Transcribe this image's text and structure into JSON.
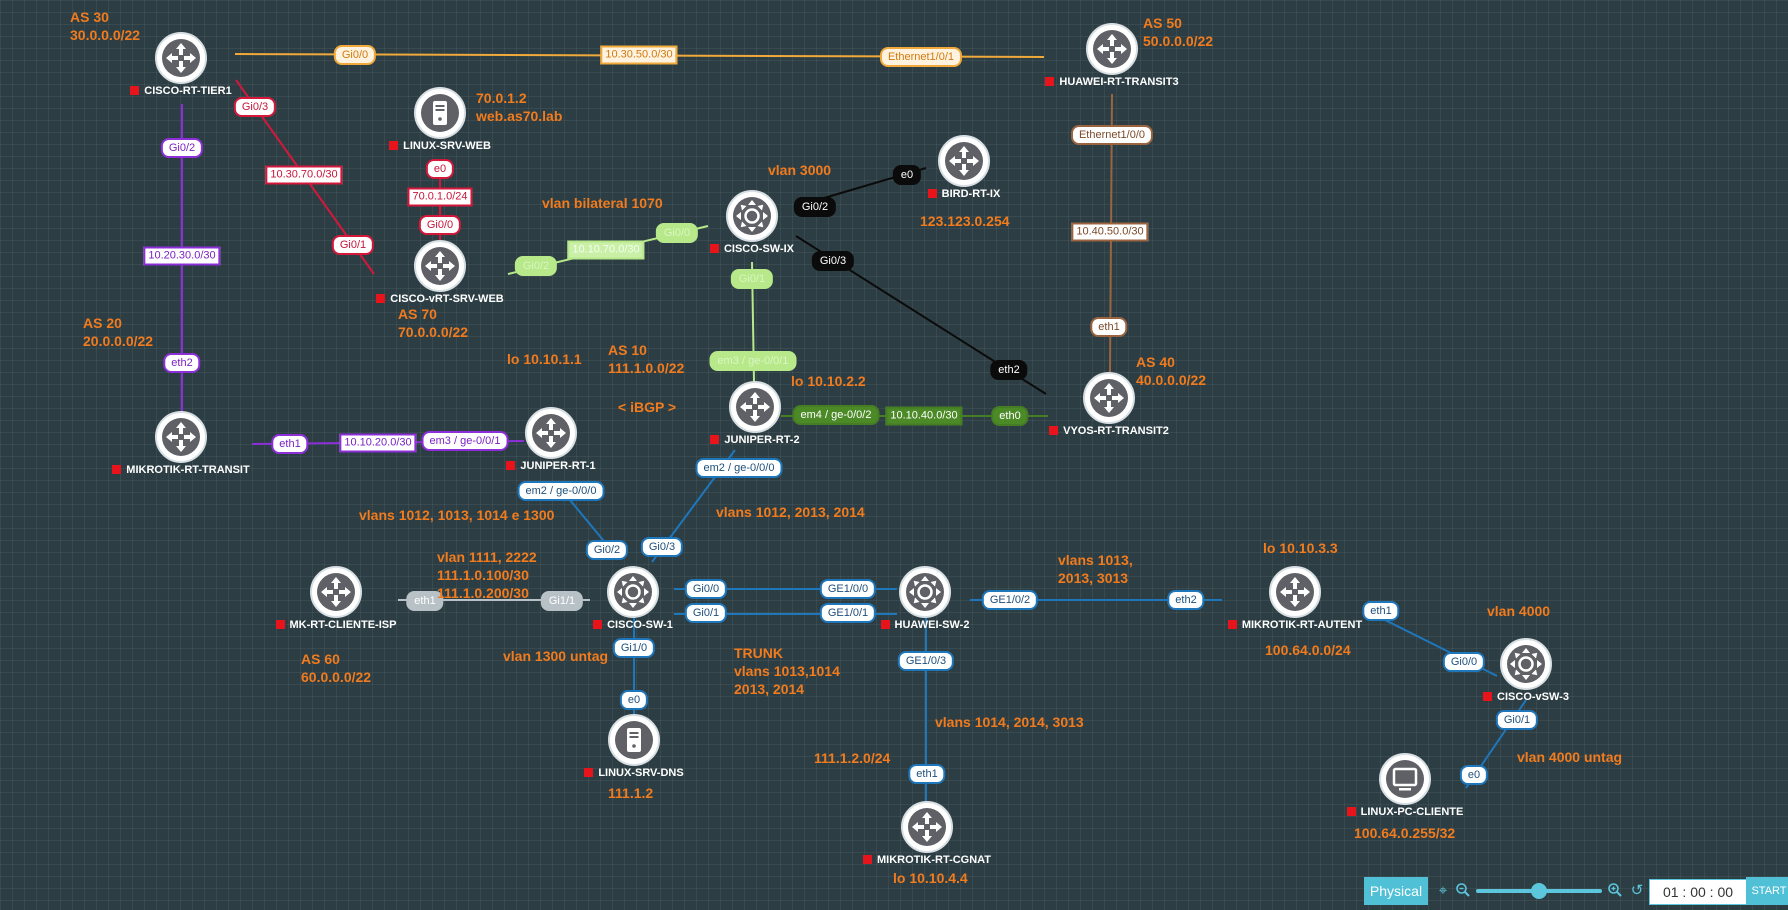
{
  "nodes": [
    {
      "id": "cisco-rt-tier1",
      "name": "CISCO-RT-TIER1",
      "icon": "router"
    },
    {
      "id": "huawei-rt-transit3",
      "name": "HUAWEI-RT-TRANSIT3",
      "icon": "router"
    },
    {
      "id": "linux-srv-web",
      "name": "LINUX-SRV-WEB",
      "icon": "server"
    },
    {
      "id": "bird-rt-ix",
      "name": "BIRD-RT-IX",
      "icon": "router"
    },
    {
      "id": "cisco-sw-ix",
      "name": "CISCO-SW-IX",
      "icon": "switch"
    },
    {
      "id": "cisco-vrt-srv-web",
      "name": "CISCO-vRT-SRV-WEB",
      "icon": "router"
    },
    {
      "id": "mikrotik-rt-transit",
      "name": "MIKROTIK-RT-TRANSIT",
      "icon": "router"
    },
    {
      "id": "juniper-rt-1",
      "name": "JUNIPER-RT-1",
      "icon": "router"
    },
    {
      "id": "juniper-rt-2",
      "name": "JUNIPER-RT-2",
      "icon": "router"
    },
    {
      "id": "vyos-rt-transit2",
      "name": "VYOS-RT-TRANSIT2",
      "icon": "router"
    },
    {
      "id": "mk-rt-cliente-isp",
      "name": "MK-RT-CLIENTE-ISP",
      "icon": "router"
    },
    {
      "id": "cisco-sw-1",
      "name": "CISCO-SW-1",
      "icon": "switch"
    },
    {
      "id": "huawei-sw-2",
      "name": "HUAWEI-SW-2",
      "icon": "switch"
    },
    {
      "id": "mikrotik-rt-autent",
      "name": "MIKROTIK-RT-AUTENT",
      "icon": "router"
    },
    {
      "id": "cisco-vsw-3",
      "name": "CISCO-vSW-3",
      "icon": "switch"
    },
    {
      "id": "linux-srv-dns",
      "name": "LINUX-SRV-DNS",
      "icon": "server"
    },
    {
      "id": "linux-pc-cliente",
      "name": "LINUX-PC-CLIENTE",
      "icon": "desktop"
    },
    {
      "id": "mikrotik-rt-cgnat",
      "name": "MIKROTIK-RT-CGNAT",
      "icon": "router"
    }
  ],
  "link_colors": {
    "orange": "#f0a93a",
    "red": "#d5173b",
    "purple": "#8d2fd8",
    "green": "#b7e88a",
    "black": "#0b0b0b",
    "brown": "#9a6440",
    "darkgreen": "#467d24",
    "blue": "#1e76bb",
    "grey": "#b8c2c6"
  },
  "interface_labels": [
    {
      "text": "Gi0/0",
      "color": "orange"
    },
    {
      "text": "Ethernet1/0/1",
      "color": "orange"
    },
    {
      "text": "Gi0/3",
      "color": "red"
    },
    {
      "text": "Gi0/1",
      "color": "red"
    },
    {
      "text": "Gi0/2",
      "color": "purple"
    },
    {
      "text": "eth2",
      "color": "purple"
    },
    {
      "text": "e0",
      "color": "red"
    },
    {
      "text": "Gi0/0",
      "color": "red"
    },
    {
      "text": "Gi0/2",
      "color": "green"
    },
    {
      "text": "Gi0/0",
      "color": "green"
    },
    {
      "text": "Gi0/1",
      "color": "green"
    },
    {
      "text": "em3 / ge-0/0/1",
      "color": "green"
    },
    {
      "text": "e0",
      "color": "black"
    },
    {
      "text": "Gi0/2",
      "color": "black"
    },
    {
      "text": "Gi0/3",
      "color": "black"
    },
    {
      "text": "eth2",
      "color": "black"
    },
    {
      "text": "Ethernet1/0/0",
      "color": "brown"
    },
    {
      "text": "eth1",
      "color": "brown"
    },
    {
      "text": "eth1",
      "color": "purple"
    },
    {
      "text": "em3 / ge-0/0/1",
      "color": "purple"
    },
    {
      "text": "em4 / ge-0/0/2",
      "color": "darkgreen"
    },
    {
      "text": "eth0",
      "color": "darkgreen"
    },
    {
      "text": "em2 / ge-0/0/0",
      "color": "blue"
    },
    {
      "text": "Gi0/2",
      "color": "blue"
    },
    {
      "text": "em2 / ge-0/0/0",
      "color": "blue"
    },
    {
      "text": "Gi0/3",
      "color": "blue"
    },
    {
      "text": "eth1",
      "color": "grey"
    },
    {
      "text": "Gi1/1",
      "color": "grey"
    },
    {
      "text": "Gi0/0",
      "color": "blue"
    },
    {
      "text": "GE1/0/0",
      "color": "blue"
    },
    {
      "text": "Gi0/1",
      "color": "blue"
    },
    {
      "text": "GE1/0/1",
      "color": "blue"
    },
    {
      "text": "GE1/0/2",
      "color": "blue"
    },
    {
      "text": "eth2",
      "color": "blue"
    },
    {
      "text": "Gi1/0",
      "color": "blue"
    },
    {
      "text": "e0",
      "color": "blue"
    },
    {
      "text": "GE1/0/3",
      "color": "blue"
    },
    {
      "text": "eth1",
      "color": "blue"
    },
    {
      "text": "eth1",
      "color": "blue"
    },
    {
      "text": "Gi0/0",
      "color": "blue"
    },
    {
      "text": "Gi0/1",
      "color": "blue"
    },
    {
      "text": "e0",
      "color": "blue"
    }
  ],
  "network_labels": [
    {
      "text": "10.30.50.0/30",
      "color": "orange"
    },
    {
      "text": "10.30.70.0/30",
      "color": "red"
    },
    {
      "text": "10.20.30.0/30",
      "color": "purple"
    },
    {
      "text": "70.0.1.0/24",
      "color": "red"
    },
    {
      "text": "10.10.70.0/30",
      "color": "green"
    },
    {
      "text": "10.40.50.0/30",
      "color": "brown"
    },
    {
      "text": "10.10.20.0/30",
      "color": "purple"
    },
    {
      "text": "10.10.40.0/30",
      "color": "darkgreen"
    }
  ],
  "annotations": [
    {
      "text": "AS 30\n30.0.0.0/22"
    },
    {
      "text": "AS 50\n50.0.0.0/22"
    },
    {
      "text": "70.0.1.2\nweb.as70.lab"
    },
    {
      "text": "vlan 3000"
    },
    {
      "text": "vlan bilateral 1070"
    },
    {
      "text": "123.123.0.254"
    },
    {
      "text": "AS 20\n20.0.0.0/22"
    },
    {
      "text": "AS 70\n70.0.0.0/22"
    },
    {
      "text": "lo 10.10.1.1"
    },
    {
      "text": "AS 10\n111.1.0.0/22"
    },
    {
      "text": "lo 10.10.2.2"
    },
    {
      "text": "AS 40\n40.0.0.0/22"
    },
    {
      "text": "< iBGP >"
    },
    {
      "text": "vlans 1012, 1013, 1014 e 1300"
    },
    {
      "text": "vlans 1012, 2013, 2014"
    },
    {
      "text": "vlan 1111, 2222\n111.1.0.100/30\n111.1.0.200/30"
    },
    {
      "text": "vlans 1013,\n2013, 3013"
    },
    {
      "text": "lo 10.10.3.3"
    },
    {
      "text": "vlan 4000"
    },
    {
      "text": "AS 60\n60.0.0.0/22"
    },
    {
      "text": "vlan 1300 untag"
    },
    {
      "text": "TRUNK\nvlans 1013,1014\n2013, 2014"
    },
    {
      "text": "100.64.0.0/24"
    },
    {
      "text": "vlans 1014, 2014, 3013"
    },
    {
      "text": "111.1.2.0/24"
    },
    {
      "text": "vlan 4000 untag"
    },
    {
      "text": "111.1.2"
    },
    {
      "text": "100.64.0.255/32"
    },
    {
      "text": "lo 10.10.4.4"
    }
  ],
  "toolbar": {
    "mode_label": "Physical",
    "locate_icon": "crosshair-icon",
    "zoom_out_icon": "zoom-out-icon",
    "zoom_level": 0.5,
    "zoom_in_icon": "zoom-in-icon",
    "reset_icon": "refresh-icon",
    "timer": "01 : 00 : 00",
    "start_label": "START"
  }
}
